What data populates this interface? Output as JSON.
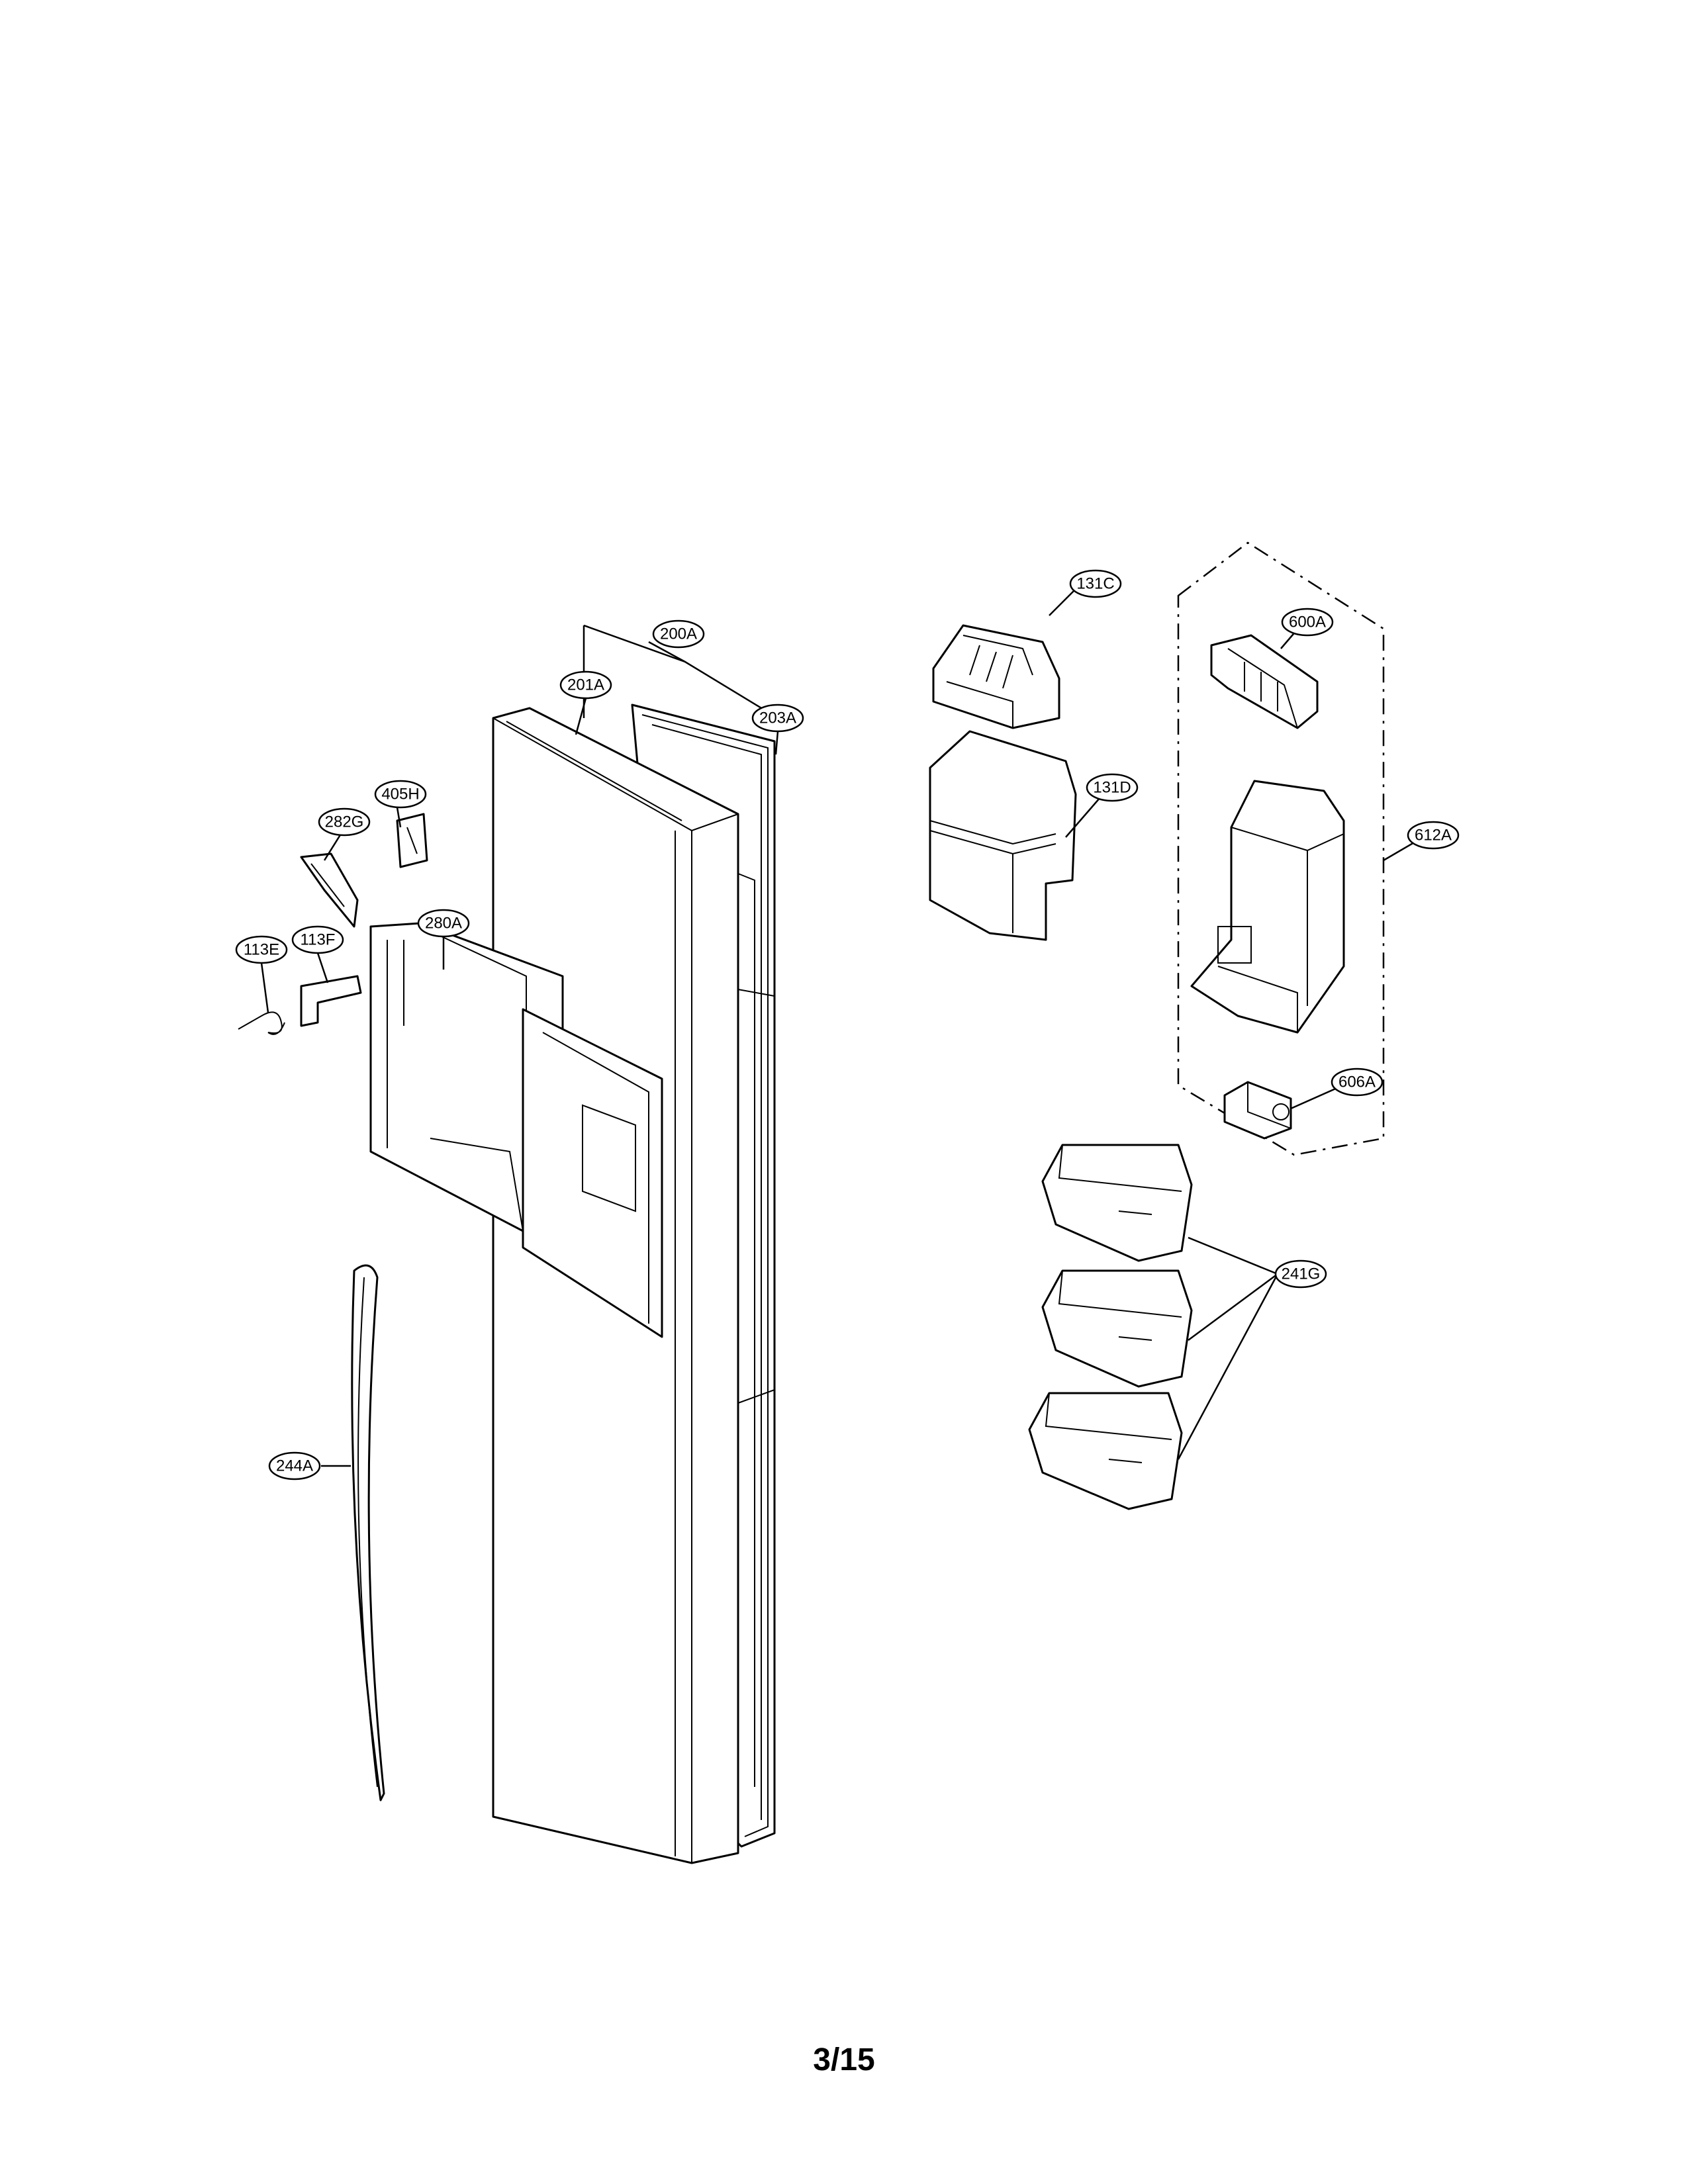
{
  "title": "",
  "page_number": "3/15",
  "colors": {
    "line": "#000000",
    "background": "#ffffff"
  },
  "callouts": [
    {
      "id": "200A",
      "label": "200A"
    },
    {
      "id": "201A",
      "label": "201A"
    },
    {
      "id": "203A",
      "label": "203A"
    },
    {
      "id": "405H",
      "label": "405H"
    },
    {
      "id": "282G",
      "label": "282G"
    },
    {
      "id": "280A",
      "label": "280A"
    },
    {
      "id": "113E",
      "label": "113E"
    },
    {
      "id": "113F",
      "label": "113F"
    },
    {
      "id": "244A",
      "label": "244A"
    },
    {
      "id": "131C",
      "label": "131C"
    },
    {
      "id": "131D",
      "label": "131D"
    },
    {
      "id": "600A",
      "label": "600A"
    },
    {
      "id": "612A",
      "label": "612A"
    },
    {
      "id": "606A",
      "label": "606A"
    },
    {
      "id": "241G",
      "label": "241G"
    }
  ]
}
